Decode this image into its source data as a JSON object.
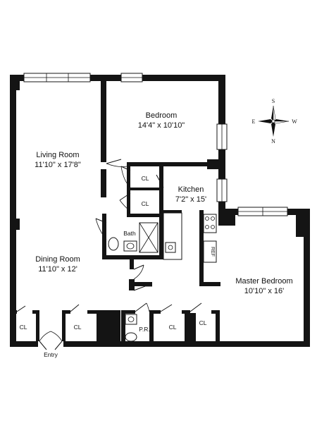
{
  "rooms": {
    "living_room": {
      "name": "Living Room",
      "dims": "11'10\" x 17'8\""
    },
    "dining_room": {
      "name": "Dining Room",
      "dims": "11'10\" x 12'"
    },
    "bedroom": {
      "name": "Bedroom",
      "dims": "14'4\" x 10'10\""
    },
    "kitchen": {
      "name": "Kitchen",
      "dims": "7'2\" x 15'"
    },
    "master_bedroom": {
      "name": "Master Bedroom",
      "dims": "10'10\" x 16'"
    },
    "bath": {
      "name": "Bath"
    },
    "powder_room": {
      "name": "P.R."
    },
    "entry": {
      "name": "Entry"
    }
  },
  "closet_label": "CL",
  "fridge_label": "REF",
  "compass": {
    "north": "N",
    "south": "S",
    "east": "E",
    "west": "W"
  }
}
